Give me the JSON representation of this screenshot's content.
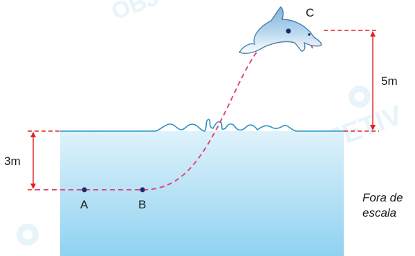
{
  "points": {
    "a": "A",
    "b": "B",
    "c": "C"
  },
  "dimensions": {
    "depth": "3m",
    "height": "5m"
  },
  "note": {
    "line1": "Fora de",
    "line2": "escala"
  },
  "watermark": "OBJETIVO",
  "colors": {
    "water_top": "#dff2fb",
    "water_bottom": "#8fd2f0",
    "surface_line": "#2a8fc4",
    "path": "#e0457a",
    "dimension": "#e02020",
    "point": "#1f2a6b",
    "watermark": "#cfe8f4"
  }
}
